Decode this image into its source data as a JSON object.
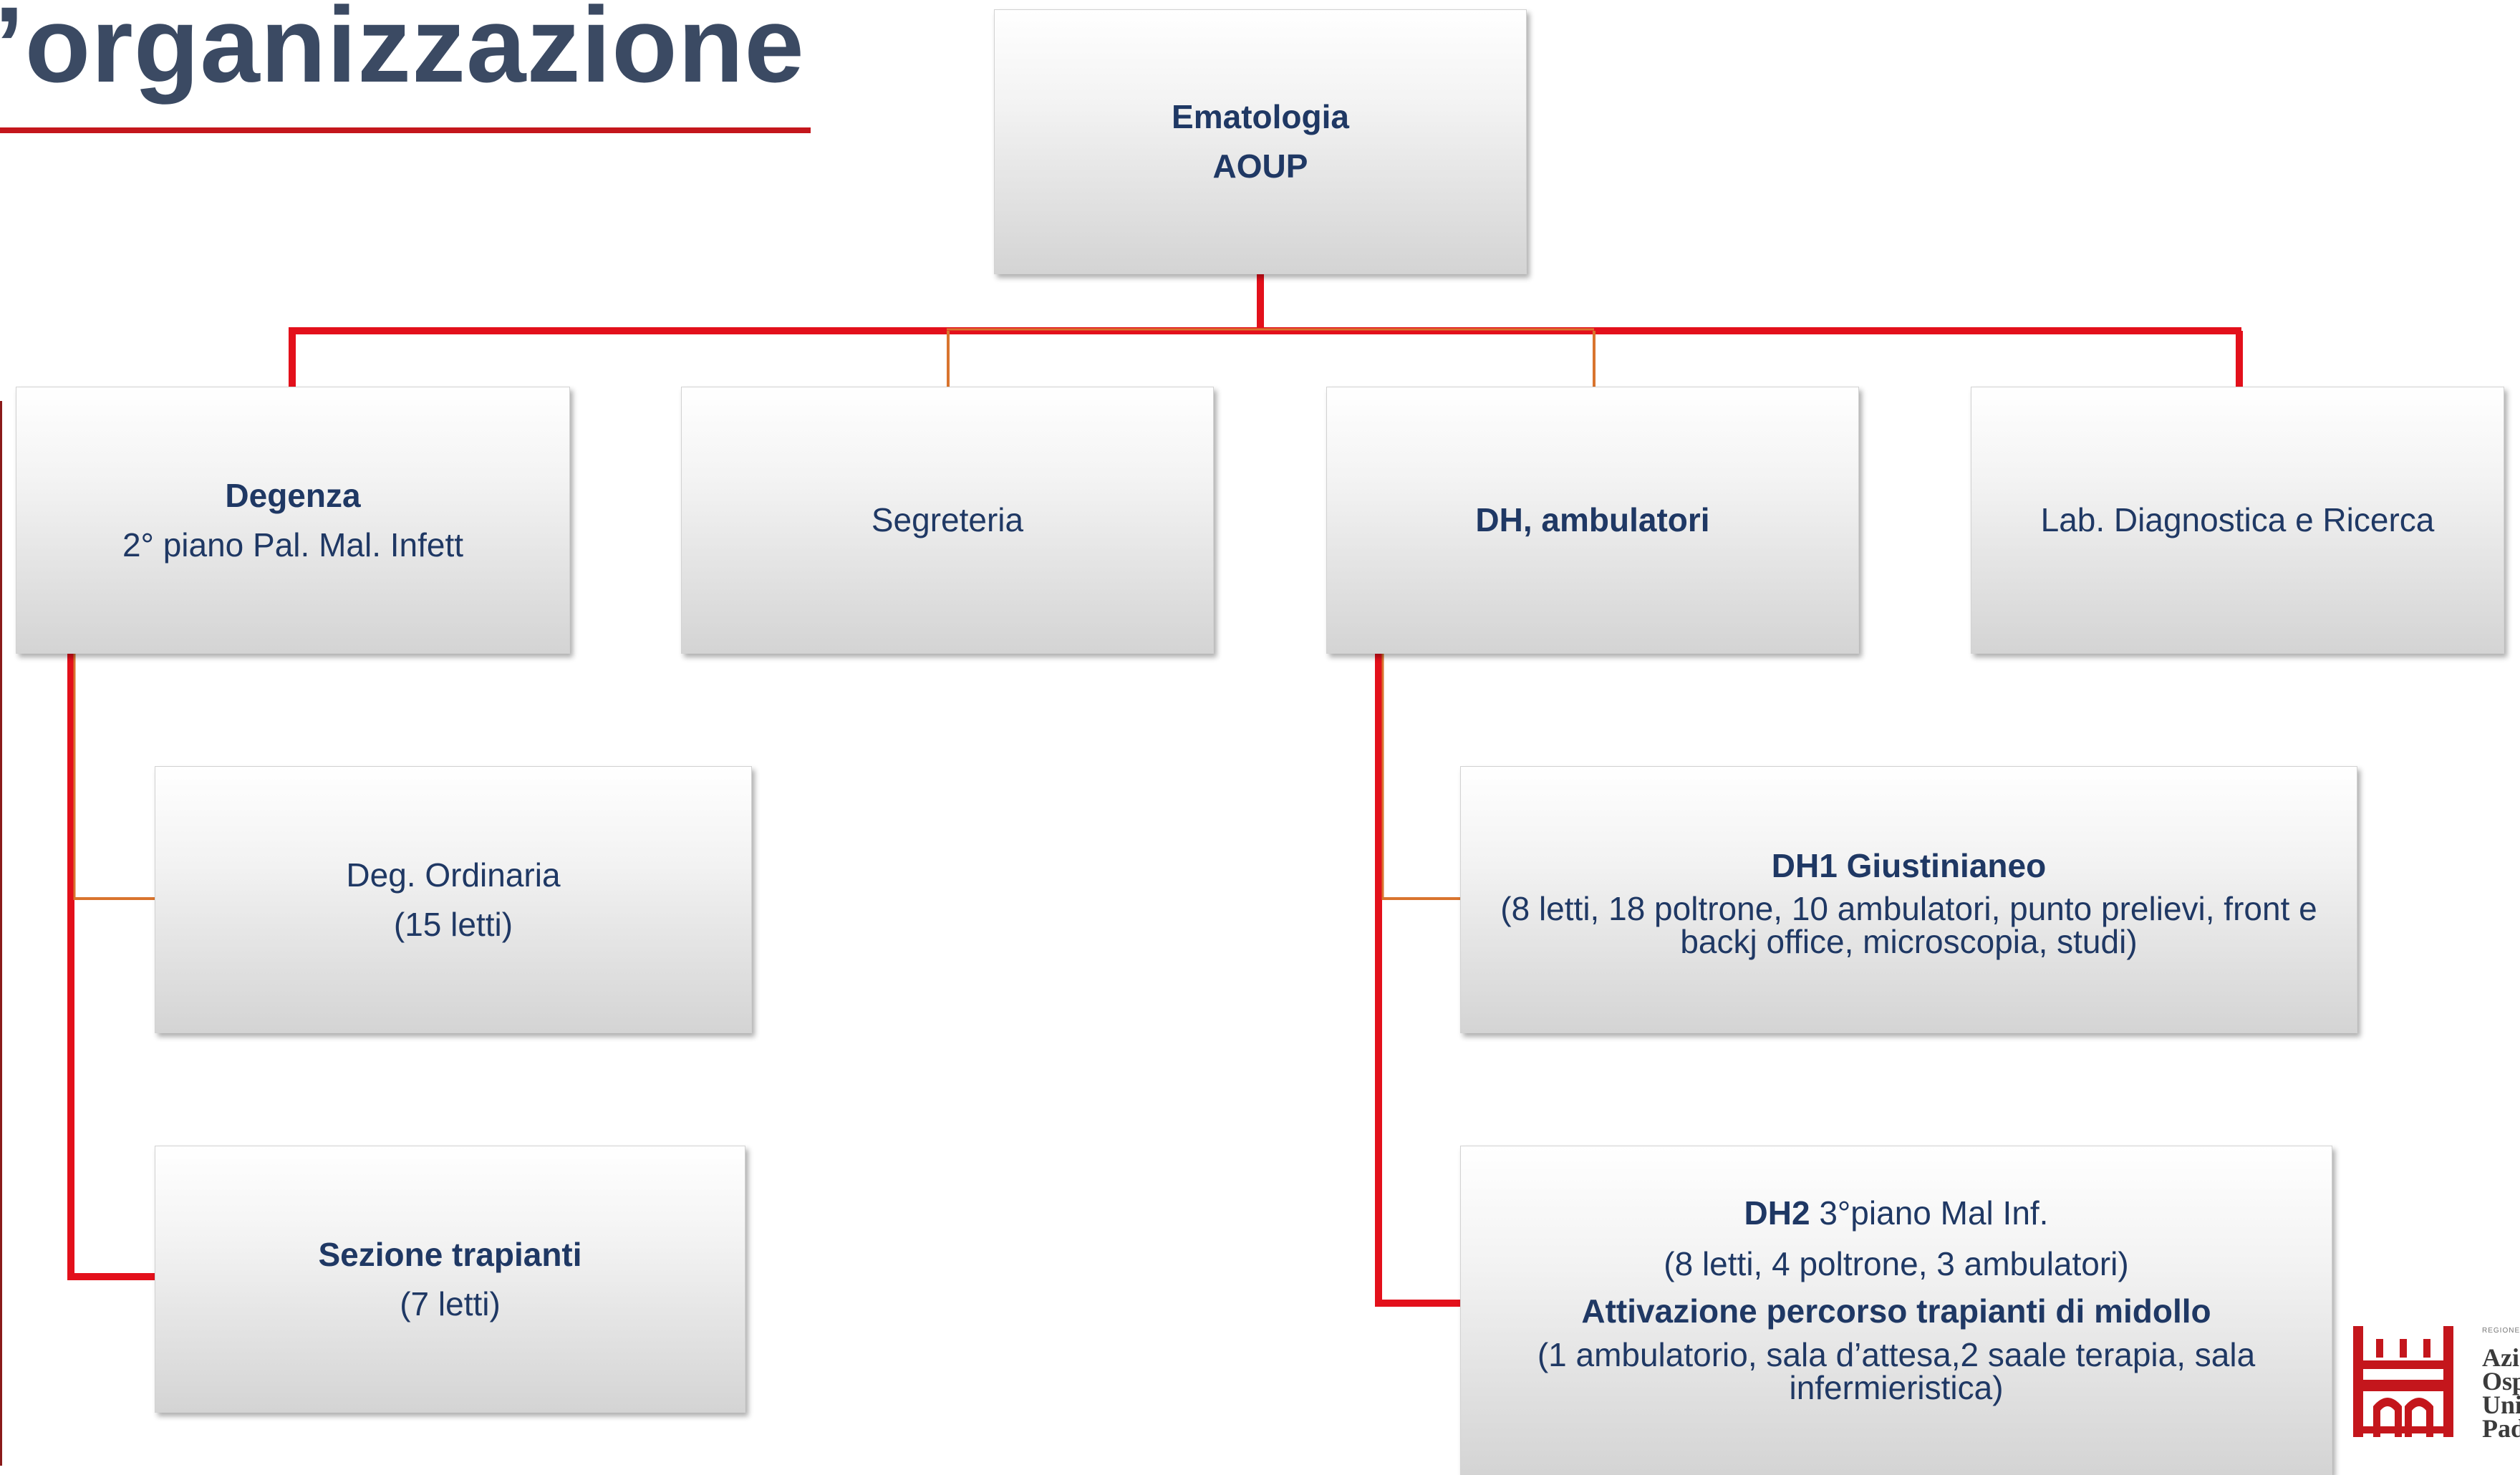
{
  "slide": {
    "title": "’organizzazione"
  },
  "boxes": {
    "root": {
      "line1": "Ematologia",
      "line2": "AOUP"
    },
    "degenza": {
      "line1": "Degenza",
      "line2": "2° piano Pal. Mal. Infett"
    },
    "segreteria": {
      "line1": "Segreteria"
    },
    "dh": {
      "line1": "DH, ambulatori"
    },
    "lab": {
      "line1": "Lab. Diagnostica e Ricerca"
    },
    "deg_ordinaria": {
      "line1": "Deg. Ordinaria",
      "line2": "(15 letti)"
    },
    "trapianti": {
      "line1": "Sezione trapianti",
      "line2": "(7 letti)"
    },
    "dh1": {
      "line1": "DH1 Giustinianeo",
      "line2": "(8 letti, 18 poltrone, 10 ambulatori, punto prelievi, front e backj office, microscopia, studi)"
    },
    "dh2": {
      "line1_bold": "DH2",
      "line1_rest": " 3°piano Mal Inf.",
      "line2": "(8 letti, 4 poltrone, 3 ambulatori)",
      "line3": "Attivazione percorso trapianti di midollo",
      "line4": "(1 ambulatorio, sala d’attesa,2 saale terapia, sala infermieristica)"
    }
  },
  "logo": {
    "region_label": "REGIONE",
    "lines": [
      "Azi",
      "Osp",
      "Uni",
      "Pad"
    ]
  },
  "colors": {
    "connector_primary": "#e3101b",
    "connector_secondary": "#d9742e",
    "title": "#3b4a63",
    "box_text": "#1f3864",
    "title_rule": "#c4161c"
  }
}
